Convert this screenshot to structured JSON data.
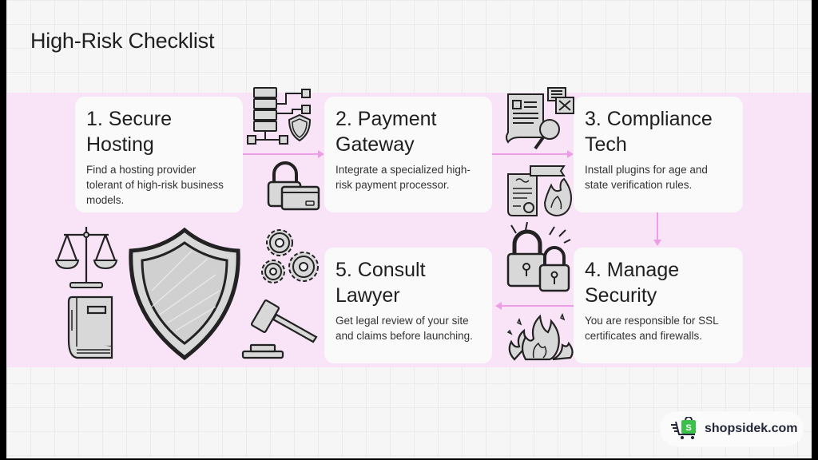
{
  "slide": {
    "title": "High-Risk Checklist",
    "colors": {
      "band": "#f8e4f6",
      "arrow": "#ec9de6",
      "card": "#fafafa",
      "brand_green": "#3cc04a"
    }
  },
  "steps": [
    {
      "number": "1",
      "heading_line1": "1. Secure",
      "heading_line2": "Hosting",
      "description": "Find a hosting provider tolerant of high-risk business models."
    },
    {
      "number": "2",
      "heading_line1": "2. Payment",
      "heading_line2": "Gateway",
      "description": "Integrate a specialized high-risk payment processor."
    },
    {
      "number": "3",
      "heading_line1": "3. Compliance",
      "heading_line2": "Tech",
      "description": "Install plugins for age and state verification rules."
    },
    {
      "number": "4",
      "heading_line1": "4. Manage",
      "heading_line2": "Security",
      "description": "You are responsible for SSL certificates and firewalls."
    },
    {
      "number": "5",
      "heading_line1": "5. Consult",
      "heading_line2": "Lawyer",
      "description": "Get legal review of your site and claims before launching."
    }
  ],
  "icons": [
    "server-network-icon",
    "shield-small-icon",
    "padlock-card-icon",
    "document-magnifier-icon",
    "certificate-fire-icon",
    "double-padlock-icon",
    "fire-icon",
    "scales-icon",
    "law-book-icon",
    "large-shield-icon",
    "gears-icon",
    "gavel-icon"
  ],
  "brand": {
    "label": "shopsidek.com",
    "icon": "shopping-cart-bag-icon"
  }
}
